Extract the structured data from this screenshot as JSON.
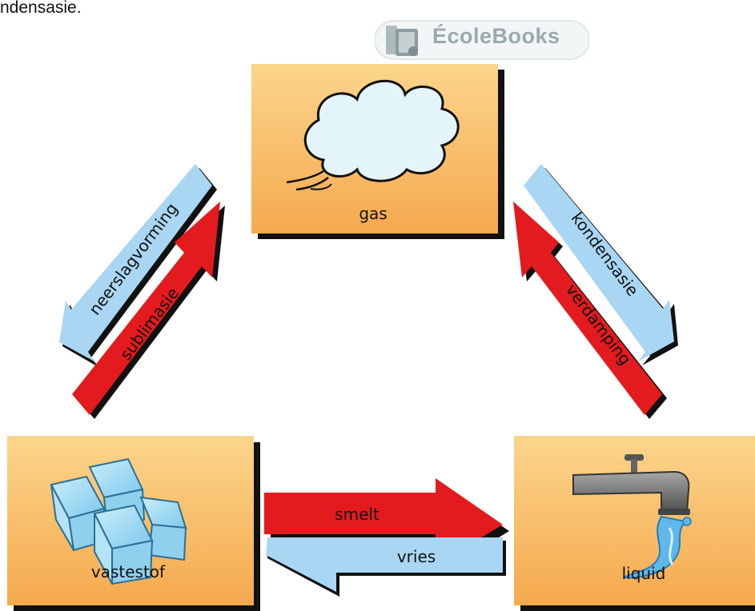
{
  "header_text": "ndensasie.",
  "watermark": {
    "text": "ÉcoleBooks"
  },
  "states": {
    "gas": "gas",
    "solid": "vastestof",
    "liquid": "liquid"
  },
  "arrows": {
    "deposition": "neerslagvorming",
    "sublimation": "sublimasie",
    "condensation": "kondensasie",
    "evaporation": "verdamping",
    "melt": "smelt",
    "freeze": "vries"
  },
  "colors": {
    "box_top": "#fbd58c",
    "box_bottom": "#f5a94e",
    "blue_arrow": "#a9d6f2",
    "red_arrow": "#e31b1e"
  }
}
